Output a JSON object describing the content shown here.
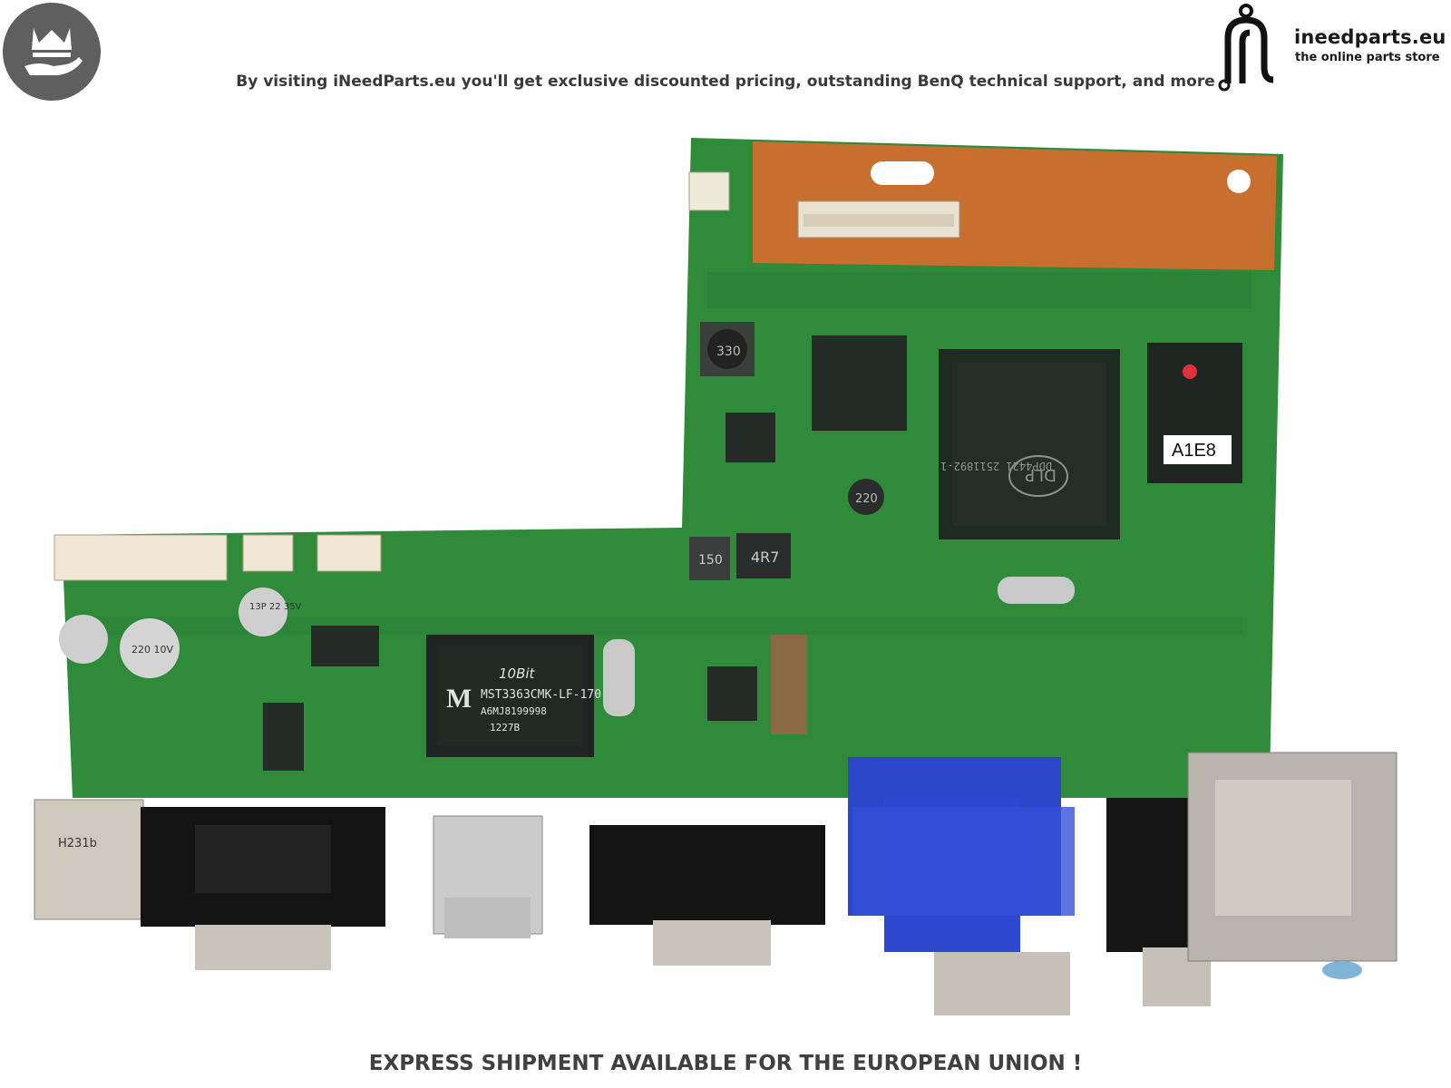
{
  "header": {
    "tagline": "By visiting iNeedParts.eu you'll get exclusive discounted pricing, outstanding BenQ technical support, and more",
    "logo_name": "ineedparts.eu",
    "logo_subtitle": "the online parts store"
  },
  "photo": {
    "main_chip_brand": "10Bit",
    "main_chip_model": "MST3363CMK-LF-170",
    "main_chip_code": "A6MJ8199998",
    "main_chip_date": "1227B",
    "dlp_chip_logo": "DLP",
    "dlp_chip_text": "DDP4421 2511892-1",
    "sticker_label": "A1E8",
    "inductor_4r7": "4R7",
    "inductor_150": "150",
    "inductor_330": "330",
    "inductor_220": "220",
    "port_label": "H231b",
    "cap_1": "13P 22 35V",
    "cap_2": "220 10V"
  },
  "footer": {
    "text": "EXPRESS SHIPMENT AVAILABLE FOR THE EUROPEAN UNION !"
  },
  "colors": {
    "pcb_green": "#2f8a3a",
    "flex_copper": "#c86f2f",
    "vga_blue": "#2b46c8",
    "badge_gray": "#5f5f5f"
  }
}
